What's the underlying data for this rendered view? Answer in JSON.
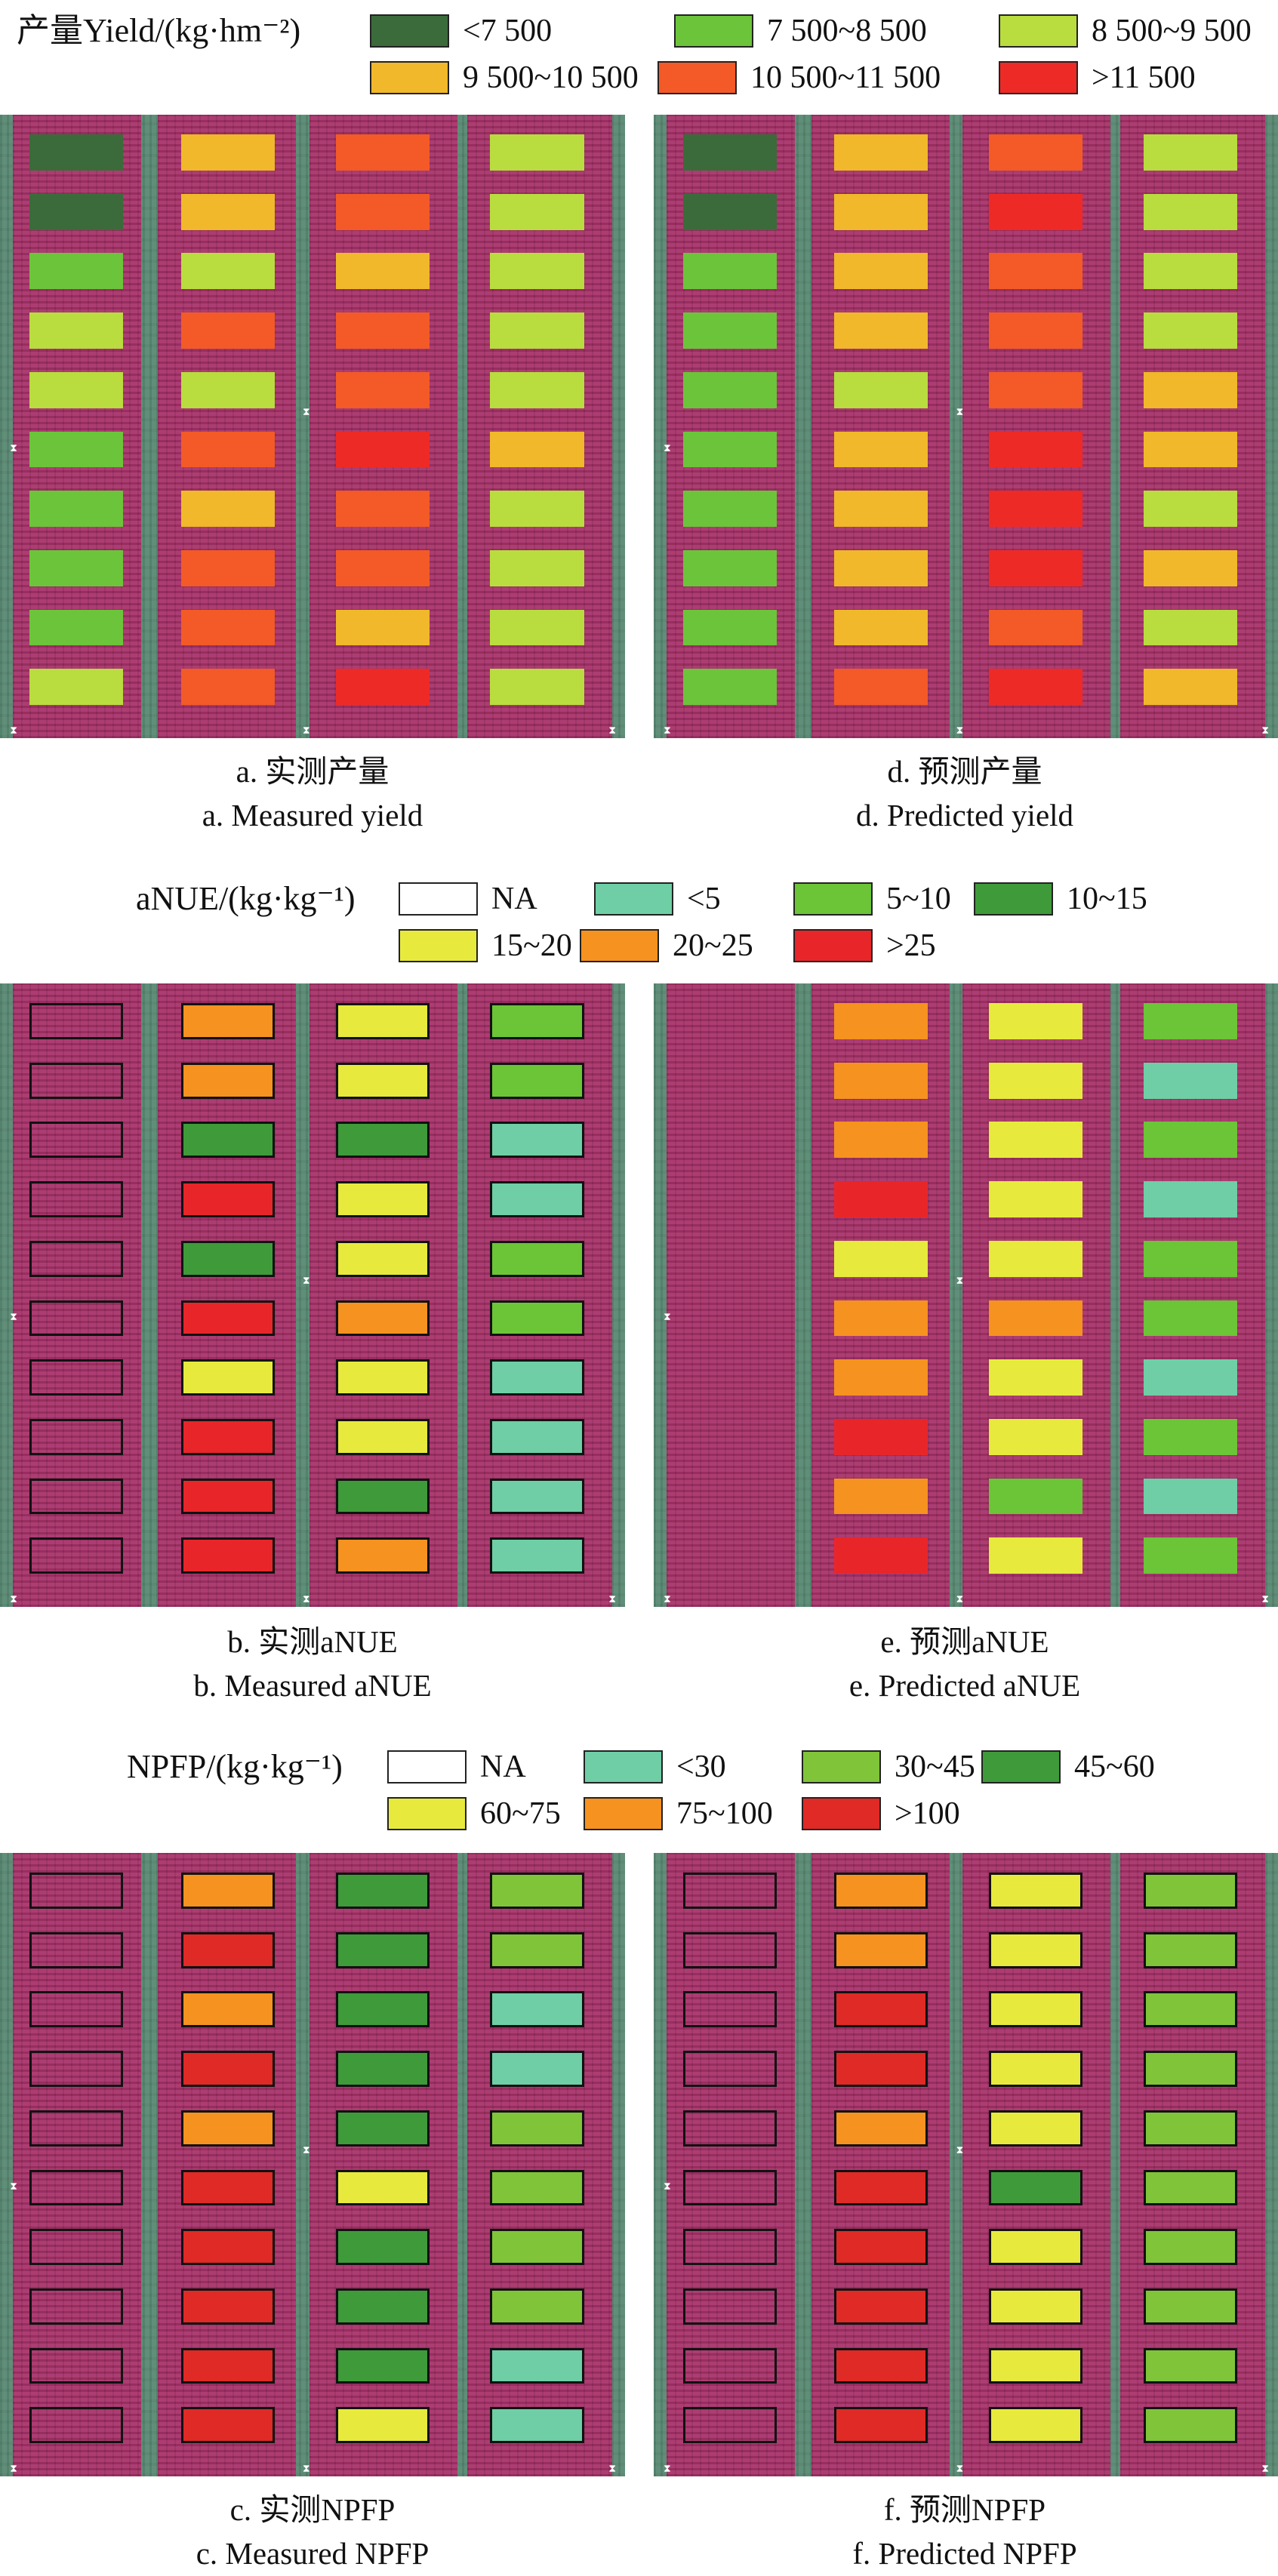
{
  "legends": [
    {
      "title": "产量Yield/(kg·hm⁻²)",
      "items": [
        {
          "label": "<7 500",
          "color": "#3b6b3a"
        },
        {
          "label": "7 500~8 500",
          "color": "#6cc43a"
        },
        {
          "label": "8 500~9 500",
          "color": "#b9dc3e"
        },
        {
          "label": "9 500~10 500",
          "color": "#f0b82a"
        },
        {
          "label": "10 500~11 500",
          "color": "#f35a27"
        },
        {
          "label": ">11 500",
          "color": "#ee2a26"
        }
      ]
    },
    {
      "title": "aNUE/(kg·kg⁻¹)",
      "items": [
        {
          "label": "NA",
          "color": "#ffffff"
        },
        {
          "label": "<5",
          "color": "#6fcea5"
        },
        {
          "label": "5~10",
          "color": "#6cc437"
        },
        {
          "label": "10~15",
          "color": "#3f9a3a"
        },
        {
          "label": "15~20",
          "color": "#e7ea3c"
        },
        {
          "label": "20~25",
          "color": "#f6921f"
        },
        {
          "label": ">25",
          "color": "#e8262a"
        }
      ]
    },
    {
      "title": "NPFP/(kg·kg⁻¹)",
      "items": [
        {
          "label": "NA",
          "color": "#ffffff"
        },
        {
          "label": "<30",
          "color": "#6fcea5"
        },
        {
          "label": "30~45",
          "color": "#80c43a"
        },
        {
          "label": "45~60",
          "color": "#3f9a3a"
        },
        {
          "label": "60~75",
          "color": "#e7ea3c"
        },
        {
          "label": "75~100",
          "color": "#f6921f"
        },
        {
          "label": ">100",
          "color": "#e02a26"
        }
      ]
    }
  ],
  "panels": [
    {
      "id": "a",
      "legend": 0,
      "bordered": false,
      "caption_cn": "a. 实测产量",
      "caption_en": "a. Measured yield",
      "grid": [
        [
          "<7 500",
          "9 500~10 500",
          "10 500~11 500",
          "8 500~9 500"
        ],
        [
          "<7 500",
          "9 500~10 500",
          "10 500~11 500",
          "8 500~9 500"
        ],
        [
          "7 500~8 500",
          "8 500~9 500",
          "9 500~10 500",
          "8 500~9 500"
        ],
        [
          "8 500~9 500",
          "10 500~11 500",
          "10 500~11 500",
          "8 500~9 500"
        ],
        [
          "8 500~9 500",
          "8 500~9 500",
          "10 500~11 500",
          "8 500~9 500"
        ],
        [
          "7 500~8 500",
          "10 500~11 500",
          ">11 500",
          "9 500~10 500"
        ],
        [
          "7 500~8 500",
          "9 500~10 500",
          "10 500~11 500",
          "8 500~9 500"
        ],
        [
          "7 500~8 500",
          "10 500~11 500",
          "10 500~11 500",
          "8 500~9 500"
        ],
        [
          "7 500~8 500",
          "10 500~11 500",
          "9 500~10 500",
          "8 500~9 500"
        ],
        [
          "8 500~9 500",
          "10 500~11 500",
          ">11 500",
          "8 500~9 500"
        ]
      ]
    },
    {
      "id": "d",
      "legend": 0,
      "bordered": false,
      "caption_cn": "d. 预测产量",
      "caption_en": "d. Predicted yield",
      "grid": [
        [
          "<7 500",
          "9 500~10 500",
          "10 500~11 500",
          "8 500~9 500"
        ],
        [
          "<7 500",
          "9 500~10 500",
          ">11 500",
          "8 500~9 500"
        ],
        [
          "7 500~8 500",
          "9 500~10 500",
          "10 500~11 500",
          "8 500~9 500"
        ],
        [
          "7 500~8 500",
          "9 500~10 500",
          "10 500~11 500",
          "8 500~9 500"
        ],
        [
          "7 500~8 500",
          "8 500~9 500",
          "10 500~11 500",
          "9 500~10 500"
        ],
        [
          "7 500~8 500",
          "9 500~10 500",
          ">11 500",
          "9 500~10 500"
        ],
        [
          "7 500~8 500",
          "9 500~10 500",
          ">11 500",
          "8 500~9 500"
        ],
        [
          "7 500~8 500",
          "9 500~10 500",
          ">11 500",
          "9 500~10 500"
        ],
        [
          "7 500~8 500",
          "9 500~10 500",
          "10 500~11 500",
          "8 500~9 500"
        ],
        [
          "7 500~8 500",
          "10 500~11 500",
          ">11 500",
          "9 500~10 500"
        ]
      ]
    },
    {
      "id": "b",
      "legend": 1,
      "bordered": true,
      "caption_cn": "b. 实测aNUE",
      "caption_en": "b. Measured aNUE",
      "grid": [
        [
          "NA",
          "20~25",
          "15~20",
          "5~10"
        ],
        [
          "NA",
          "20~25",
          "15~20",
          "5~10"
        ],
        [
          "NA",
          "10~15",
          "10~15",
          "<5"
        ],
        [
          "NA",
          ">25",
          "15~20",
          "<5"
        ],
        [
          "NA",
          "10~15",
          "15~20",
          "5~10"
        ],
        [
          "NA",
          ">25",
          "20~25",
          "5~10"
        ],
        [
          "NA",
          "15~20",
          "15~20",
          "<5"
        ],
        [
          "NA",
          ">25",
          "15~20",
          "<5"
        ],
        [
          "NA",
          ">25",
          "10~15",
          "<5"
        ],
        [
          "NA",
          ">25",
          "20~25",
          "<5"
        ]
      ]
    },
    {
      "id": "e",
      "legend": 1,
      "bordered": false,
      "caption_cn": "e. 预测aNUE",
      "caption_en": "e. Predicted aNUE",
      "grid": [
        [
          "NA",
          "20~25",
          "15~20",
          "5~10"
        ],
        [
          "NA",
          "20~25",
          "15~20",
          "<5"
        ],
        [
          "NA",
          "20~25",
          "15~20",
          "5~10"
        ],
        [
          "NA",
          ">25",
          "15~20",
          "<5"
        ],
        [
          "NA",
          "15~20",
          "15~20",
          "5~10"
        ],
        [
          "NA",
          "20~25",
          "20~25",
          "5~10"
        ],
        [
          "NA",
          "20~25",
          "15~20",
          "<5"
        ],
        [
          "NA",
          ">25",
          "15~20",
          "5~10"
        ],
        [
          "NA",
          "20~25",
          "5~10",
          "<5"
        ],
        [
          "NA",
          ">25",
          "15~20",
          "5~10"
        ]
      ]
    },
    {
      "id": "c",
      "legend": 2,
      "bordered": true,
      "caption_cn": "c. 实测NPFP",
      "caption_en": "c. Measured NPFP",
      "grid": [
        [
          "NA",
          "75~100",
          "45~60",
          "30~45"
        ],
        [
          "NA",
          ">100",
          "45~60",
          "30~45"
        ],
        [
          "NA",
          "75~100",
          "45~60",
          "<30"
        ],
        [
          "NA",
          ">100",
          "45~60",
          "<30"
        ],
        [
          "NA",
          "75~100",
          "45~60",
          "30~45"
        ],
        [
          "NA",
          ">100",
          "60~75",
          "30~45"
        ],
        [
          "NA",
          ">100",
          "45~60",
          "30~45"
        ],
        [
          "NA",
          ">100",
          "45~60",
          "30~45"
        ],
        [
          "NA",
          ">100",
          "45~60",
          "<30"
        ],
        [
          "NA",
          ">100",
          "60~75",
          "<30"
        ]
      ]
    },
    {
      "id": "f",
      "legend": 2,
      "bordered": true,
      "caption_cn": "f. 预测NPFP",
      "caption_en": "f. Predicted NPFP",
      "grid": [
        [
          "NA",
          "75~100",
          "60~75",
          "30~45"
        ],
        [
          "NA",
          "75~100",
          "60~75",
          "30~45"
        ],
        [
          "NA",
          ">100",
          "60~75",
          "30~45"
        ],
        [
          "NA",
          ">100",
          "60~75",
          "30~45"
        ],
        [
          "NA",
          "75~100",
          "60~75",
          "30~45"
        ],
        [
          "NA",
          ">100",
          "45~60",
          "30~45"
        ],
        [
          "NA",
          ">100",
          "60~75",
          "30~45"
        ],
        [
          "NA",
          ">100",
          "60~75",
          "30~45"
        ],
        [
          "NA",
          ">100",
          "60~75",
          "30~45"
        ],
        [
          "NA",
          ">100",
          "60~75",
          "30~45"
        ]
      ]
    }
  ]
}
